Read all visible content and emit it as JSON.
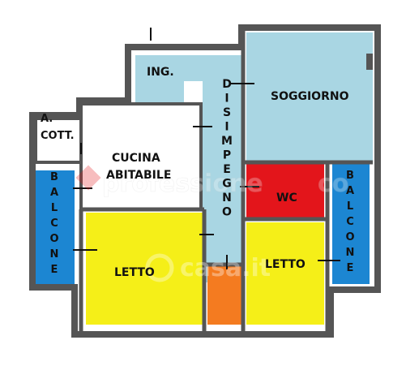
{
  "colors": {
    "hall": "#a9d6e3",
    "wc": "#e3151b",
    "bedroom": "#f5ef18",
    "balcony": "#1c86d2",
    "closet": "#f47b20",
    "kitchen": "#ffffff",
    "wall": "#555555",
    "text": "#111111"
  },
  "rooms": {
    "ingresso": "ING.",
    "soggiorno": "SOGGIORNO",
    "angolo_cottura_1": "A.",
    "angolo_cottura_2": "COTT.",
    "cucina_1": "CUCINA",
    "cucina_2": "ABITABILE",
    "wc": "WC",
    "letto_left": "LETTO",
    "letto_right": "LETTO",
    "balcone_left": "BALCONE",
    "balcone_right": "BALCONE",
    "disimpegno": "DISIMPEGNO"
  },
  "watermarks": {
    "top": "professione",
    "top_suffix": "co",
    "bottom": "casa.it"
  }
}
